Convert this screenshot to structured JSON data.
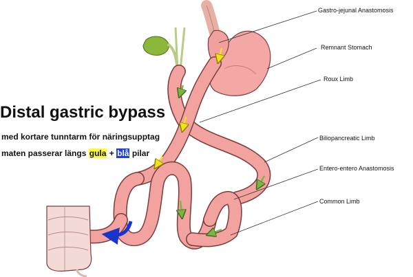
{
  "diagram": {
    "title": "Distal gastric bypass",
    "subtitle_line1": "med kortare tunntarm för näringsupptag",
    "subtitle_line2_prefix": "maten passerar längs",
    "subtitle_line2_yellow": "gula",
    "subtitle_line2_plus": "+",
    "subtitle_line2_blue": "blå",
    "subtitle_line2_suffix": "pilar",
    "labels": {
      "gastro_jejunal": "Gastro-jejunal Anastomosis",
      "remnant_stomach": "Remnant Stomach",
      "roux_limb": "Roux Limb",
      "biliopancreatic_limb": "Biliopancreatic Limb",
      "entero_entero": "Entero-entero Anastomosis",
      "common_limb": "Common Limb"
    },
    "colors": {
      "intestine": "#f2a3a0",
      "intestine_outline": "#7a3b3b",
      "stomach": "#f3a8a6",
      "gallbladder": "#8bb83a",
      "colon": "#f4dad6",
      "arrow_yellow": "#f2e21a",
      "arrow_green": "#7cb342",
      "arrow_blue": "#1a33cc",
      "highlight_yellow": "#ffff33",
      "highlight_blue": "#1f3fd6"
    }
  }
}
